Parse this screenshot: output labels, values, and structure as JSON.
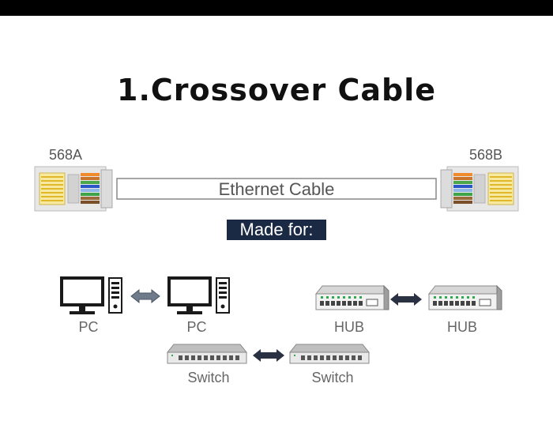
{
  "title": "1.Crossover Cable",
  "connectors": {
    "left_label": "568A",
    "right_label": "568B"
  },
  "cable_label": "Ethernet Cable",
  "made_for_label": "Made for:",
  "pairs": [
    {
      "left": "PC",
      "right": "PC"
    },
    {
      "left": "HUB",
      "right": "HUB"
    },
    {
      "left": "Switch",
      "right": "Switch"
    }
  ],
  "colors": {
    "banner": "#1b2a44",
    "connector_gold": "#f2d24a",
    "arrow_dark": "#2a3142",
    "arrow_grey": "#6f7a8a",
    "hub_port_green": "#2fa84f"
  }
}
